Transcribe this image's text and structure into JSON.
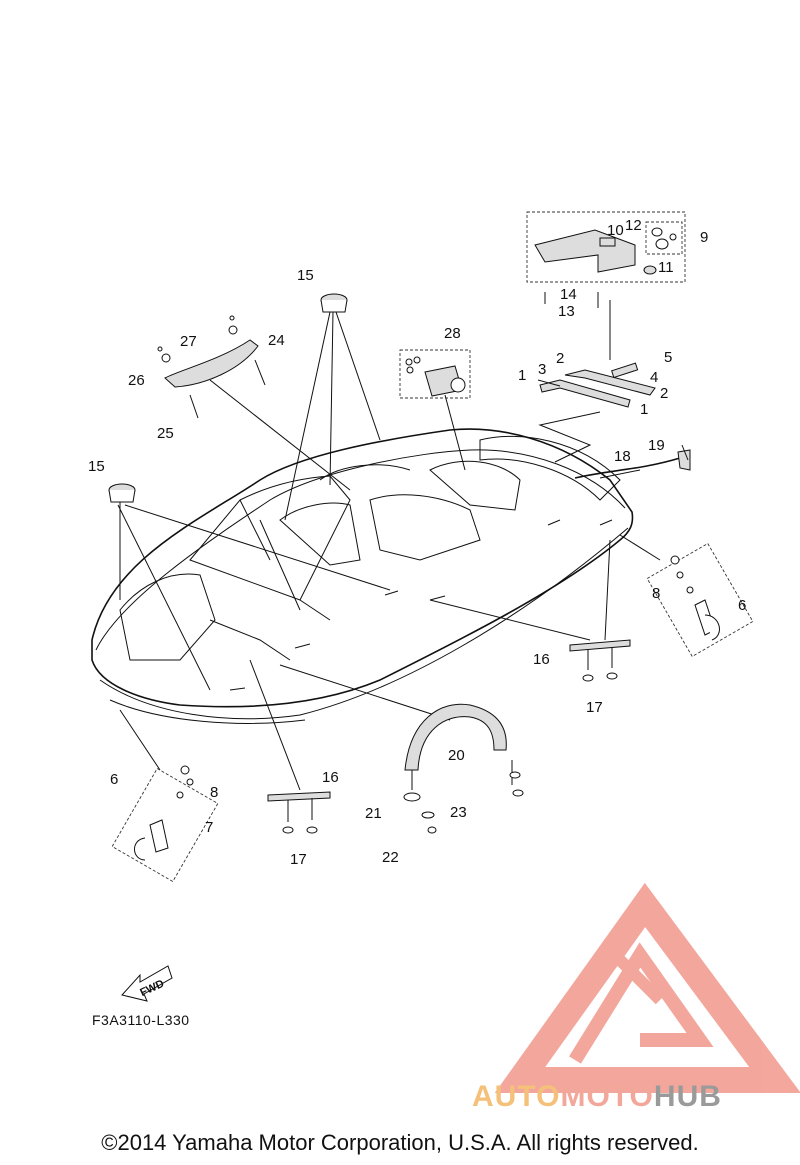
{
  "diagram": {
    "drawing_code": "F3A3110-L330",
    "fwd_label": "FWD",
    "copyright": "©2014 Yamaha Motor Corporation, U.S.A. All rights reserved.",
    "callouts": [
      {
        "id": "c-1a",
        "label": "1"
      },
      {
        "id": "c-1b",
        "label": "1"
      },
      {
        "id": "c-2a",
        "label": "2"
      },
      {
        "id": "c-2b",
        "label": "2"
      },
      {
        "id": "c-3",
        "label": "3"
      },
      {
        "id": "c-4",
        "label": "4"
      },
      {
        "id": "c-5",
        "label": "5"
      },
      {
        "id": "c-6a",
        "label": "6"
      },
      {
        "id": "c-6b",
        "label": "6"
      },
      {
        "id": "c-7",
        "label": "7"
      },
      {
        "id": "c-8a",
        "label": "8"
      },
      {
        "id": "c-8b",
        "label": "8"
      },
      {
        "id": "c-9",
        "label": "9"
      },
      {
        "id": "c-10",
        "label": "10"
      },
      {
        "id": "c-11",
        "label": "11"
      },
      {
        "id": "c-12",
        "label": "12"
      },
      {
        "id": "c-13",
        "label": "13"
      },
      {
        "id": "c-14",
        "label": "14"
      },
      {
        "id": "c-15a",
        "label": "15"
      },
      {
        "id": "c-15b",
        "label": "15"
      },
      {
        "id": "c-16a",
        "label": "16"
      },
      {
        "id": "c-16b",
        "label": "16"
      },
      {
        "id": "c-17a",
        "label": "17"
      },
      {
        "id": "c-17b",
        "label": "17"
      },
      {
        "id": "c-18",
        "label": "18"
      },
      {
        "id": "c-19",
        "label": "19"
      },
      {
        "id": "c-20",
        "label": "20"
      },
      {
        "id": "c-21",
        "label": "21"
      },
      {
        "id": "c-22",
        "label": "22"
      },
      {
        "id": "c-23",
        "label": "23"
      },
      {
        "id": "c-24",
        "label": "24"
      },
      {
        "id": "c-25",
        "label": "25"
      },
      {
        "id": "c-26",
        "label": "26"
      },
      {
        "id": "c-27",
        "label": "27"
      },
      {
        "id": "c-28",
        "label": "28"
      }
    ]
  },
  "watermark": {
    "brand_part1": "AUTO",
    "brand_part2": "MOTO",
    "brand_part3": "HUB",
    "colors": {
      "auto": "#f5c07a",
      "moto": "#f2a79a",
      "hub": "#9a9a9a",
      "logo": "#f08a7c"
    }
  }
}
